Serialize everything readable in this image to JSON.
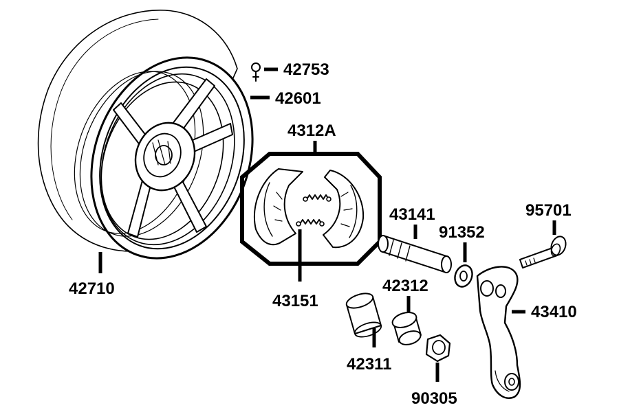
{
  "diagram": {
    "labels": {
      "l42753": "42753",
      "l42601": "42601",
      "l4312A": "4312A",
      "l43141": "43141",
      "l91352": "91352",
      "l95701": "95701",
      "l42710": "42710",
      "l43151": "43151",
      "l42312": "42312",
      "l43410": "43410",
      "l42311": "42311",
      "l90305": "90305"
    },
    "colors": {
      "ink": "#000000",
      "paper": "#ffffff",
      "tire_fill": "#f7f7f7"
    }
  }
}
